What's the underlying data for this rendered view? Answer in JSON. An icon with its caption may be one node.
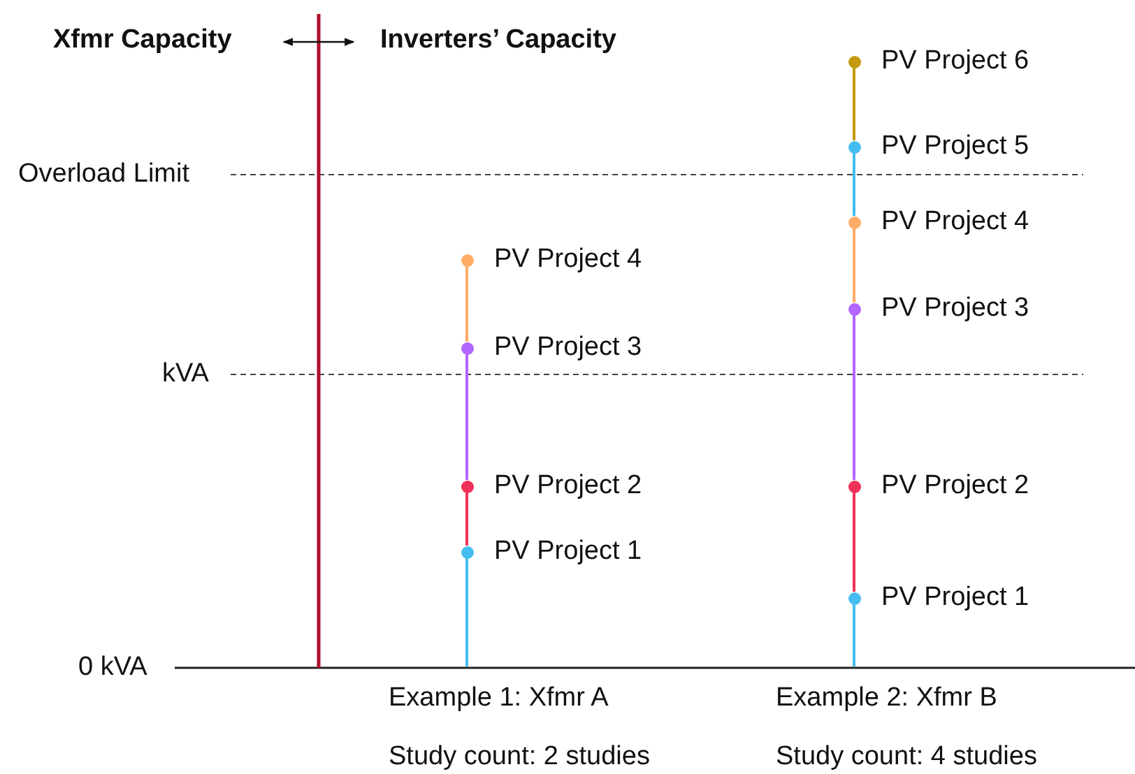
{
  "diagram": {
    "nodes": [
      {
        "text": [
          "PV Project 1"
        ]
      },
      {
        "text": [
          "PV Project 2"
        ]
      },
      {
        "text": [
          "PV Project 3"
        ]
      },
      {
        "text": [
          "PV Project 4"
        ]
      },
      {
        "text": [
          "PV Project 1"
        ]
      },
      {
        "text": [
          "PV Project 2"
        ]
      },
      {
        "text": [
          "PV Project 3"
        ]
      },
      {
        "text": [
          "PV Project 4"
        ]
      },
      {
        "text": [
          "PV Project 5"
        ]
      },
      {
        "text": [
          "PV Project 6"
        ]
      }
    ],
    "edges": [
      {
        "from": null,
        "to": 0,
        "arrow": "none",
        "color": "#45bdf0"
      },
      {
        "from": 0,
        "to": 1,
        "arrow": "none",
        "color": "#f0325a"
      },
      {
        "from": 1,
        "to": 2,
        "arrow": "none",
        "color": "#b266ff"
      },
      {
        "from": 2,
        "to": 3,
        "arrow": "none",
        "color": "#ffac66"
      },
      {
        "from": null,
        "to": 4,
        "arrow": "none",
        "color": "#45bdf0"
      },
      {
        "from": 4,
        "to": 5,
        "arrow": "none",
        "color": "#f0325a"
      },
      {
        "from": 5,
        "to": 6,
        "arrow": "none",
        "color": "#b266ff"
      },
      {
        "from": 6,
        "to": 7,
        "arrow": "none",
        "color": "#ffac66"
      },
      {
        "from": 7,
        "to": 8,
        "arrow": "none",
        "color": "#45bdf0"
      },
      {
        "from": 8,
        "to": 9,
        "arrow": "none",
        "color": "#c49a0e"
      }
    ],
    "labels": [
      "Xfmr Capacity",
      "Inverters’ Capacity",
      "Overload Limit",
      "kVA",
      "0 kVA",
      "Example 1: Xfmr A",
      "Example 2: Xfmr B",
      "Study count: 2 studies",
      "Study count: 4 studies"
    ]
  }
}
